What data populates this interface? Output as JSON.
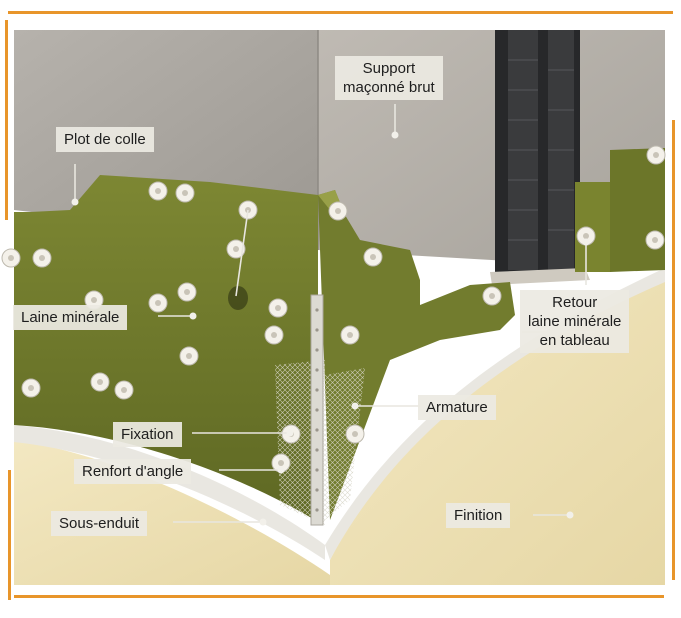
{
  "labels": {
    "support_line1": "Support",
    "support_line2": "maçonné brut",
    "plot_de_colle": "Plot de colle",
    "laine_minerale": "Laine minérale",
    "retour_line1": "Retour",
    "retour_line2": "laine minérale",
    "retour_line3": "en tableau",
    "armature": "Armature",
    "fixation": "Fixation",
    "renfort_angle": "Renfort d'angle",
    "sous_enduit": "Sous-enduit",
    "finition": "Finition"
  },
  "colors": {
    "frame_accent": "#e8952a",
    "wall": "#a9a59f",
    "insulation": "#6f7a2c",
    "finish": "#efe3b8",
    "label_bg": "#ece9e2"
  }
}
